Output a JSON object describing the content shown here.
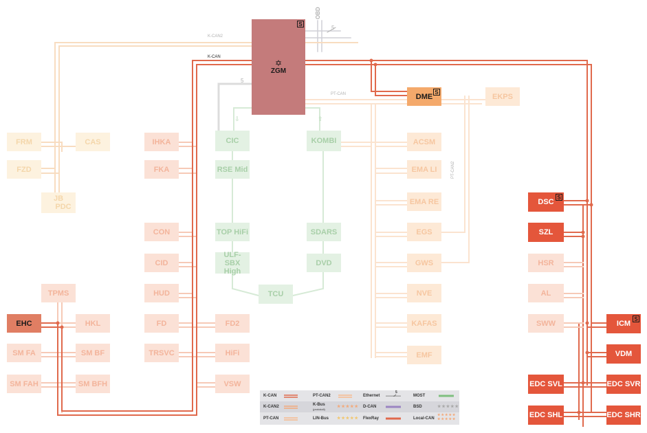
{
  "zgm": {
    "label": "ZGM",
    "badge": "S"
  },
  "obd": {
    "label": "OBD",
    "count": "5"
  },
  "bus_labels": {
    "k_can2_top": "K-CAN2",
    "k_can_top": "K-CAN",
    "pt_can": "PT-CAN",
    "pt_can2_vertical": "PT-CAN2",
    "ethernet_count": "5"
  },
  "nodes": {
    "frm": "FRM",
    "cas": "CAS",
    "fzd": "FZD",
    "jb": "JB",
    "pdc": "PDC",
    "ihka": "IHKA",
    "fka": "FKA",
    "cic": "CIC",
    "rse": "RSE Mid",
    "kombi": "KOMBI",
    "acsm": "ACSM",
    "emali": "EMA LI",
    "emare": "EMA RE",
    "egs": "EGS",
    "gws": "GWS",
    "nve": "NVE",
    "kafas": "KAFAS",
    "emf": "EMF",
    "dme": "DME",
    "ekps": "EKPS",
    "con": "CON",
    "cid": "CID",
    "hud": "HUD",
    "fd": "FD",
    "fd2": "FD2",
    "trsvc": "TRSVC",
    "hifi": "HiFi",
    "vsw": "VSW",
    "tophifi": "TOP HiFi",
    "sdars": "SDARS",
    "ulfsbx": "ULF-SBX High",
    "dvd": "DVD",
    "tcu": "TCU",
    "tpms": "TPMS",
    "ehc": "EHC",
    "hkl": "HKL",
    "smfa": "SM FA",
    "smbf": "SM BF",
    "smfah": "SM FAH",
    "smbfh": "SM BFH",
    "dsc": "DSC",
    "szl": "SZL",
    "hsr": "HSR",
    "al": "AL",
    "sww": "SWW",
    "icm": "ICM",
    "vdm": "VDM",
    "edcsvl": "EDC SVL",
    "edcsvr": "EDC SVR",
    "edcshl": "EDC SHL",
    "edcshr": "EDC SHR"
  },
  "badges": {
    "dme": "S",
    "dsc": "S",
    "icm": "S"
  },
  "legend": {
    "kcan": "K-CAN",
    "kcan2": "K-CAN2",
    "ptcan": "PT-CAN",
    "ptcan2": "PT-CAN2",
    "kbus": "K-Bus",
    "kbus_sub": "(protokoll)",
    "linbus": "LIN-Bus",
    "ethernet": "Ethernet",
    "ethernet_count": "5",
    "dcan": "D-CAN",
    "flexray": "FlexRay",
    "most": "MOST",
    "bsd": "BSD",
    "localcan": "Local-CAN"
  },
  "colors": {
    "kcan": "#e0694c",
    "kcan_dim": "#f6c9b6",
    "kcan2_dim": "#f8dcc0",
    "ptcan_dim": "#fbe3cf",
    "most_dim": "#cfe6cf",
    "ethernet": "#c8c8c8",
    "active_red": "#e4563b",
    "zgm": "#c47b7b"
  }
}
